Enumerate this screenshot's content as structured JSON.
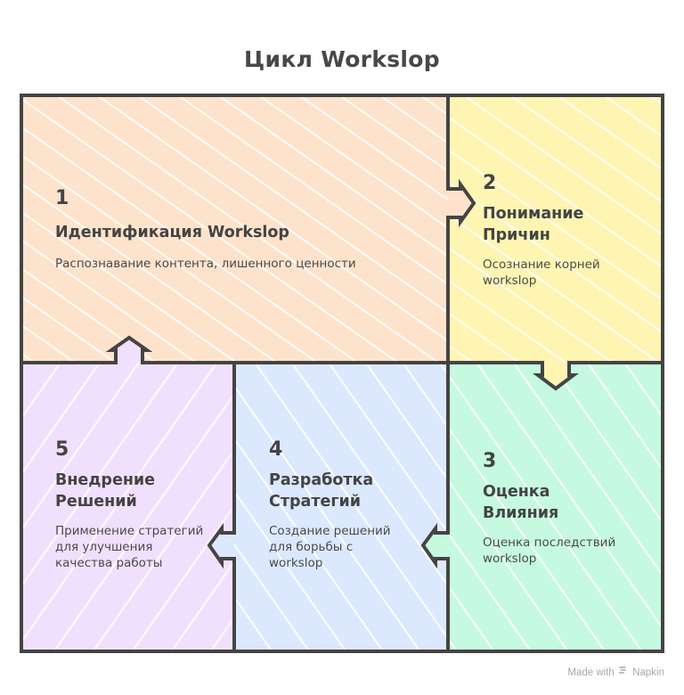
{
  "title": "Цикл Workslop",
  "colors": {
    "stroke": "#444444",
    "step1": "#fde3cb",
    "step2": "#fef5b3",
    "step3": "#c6fae0",
    "step4": "#dce8fd",
    "step5": "#f1e0fd"
  },
  "steps": [
    {
      "number": "1",
      "heading": "Идентификация Workslop",
      "description": "Распознавание контента, лишенного ценности"
    },
    {
      "number": "2",
      "heading": "Понимание Причин",
      "description": "Осознание корней workslop"
    },
    {
      "number": "3",
      "heading": "Оценка Влияния",
      "description": "Оценка последствий workslop"
    },
    {
      "number": "4",
      "heading": "Разработка Стратегий",
      "description": "Создание решений для борьбы с workslop"
    },
    {
      "number": "5",
      "heading": "Внедрение Решений",
      "description": "Применение стратегий для улучшения качества работы"
    }
  ],
  "flow": [
    {
      "from": "1",
      "to": "2",
      "direction": "right"
    },
    {
      "from": "2",
      "to": "3",
      "direction": "down"
    },
    {
      "from": "3",
      "to": "4",
      "direction": "left"
    },
    {
      "from": "4",
      "to": "5",
      "direction": "left"
    },
    {
      "from": "5",
      "to": "1",
      "direction": "up"
    }
  ],
  "footer": {
    "made_with": "Made with",
    "brand": "Napkin",
    "logo_icon": "napkin-logo-icon"
  }
}
